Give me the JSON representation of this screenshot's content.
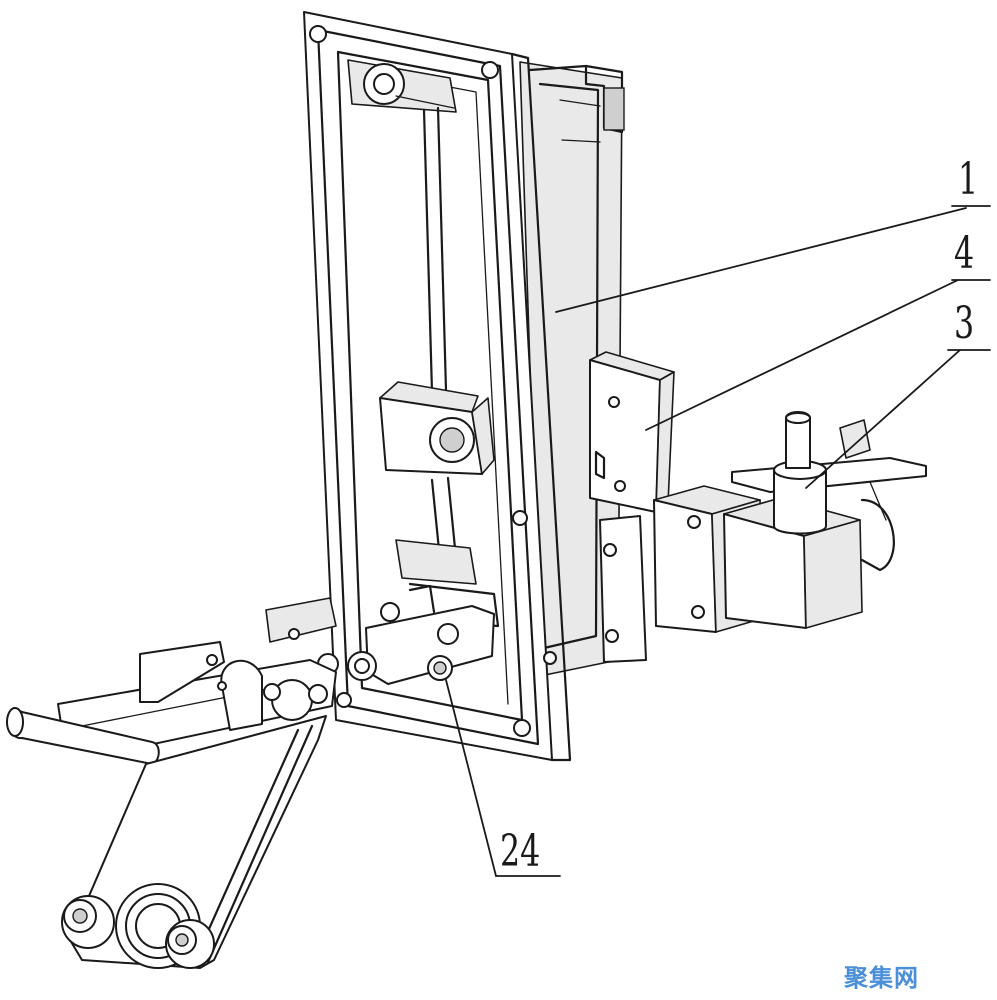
{
  "figure": {
    "labels": {
      "part_1": "1",
      "part_4": "4",
      "part_3": "3",
      "part_24": "24"
    },
    "watermark": "聚集网",
    "colors": {
      "line": "#1a1a1a",
      "background": "#ffffff",
      "watermark": "#4a8fd8"
    }
  }
}
